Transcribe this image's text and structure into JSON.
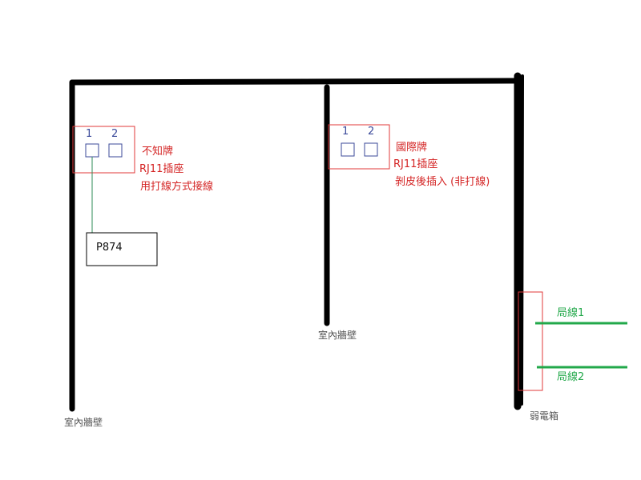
{
  "labels": {
    "wall_left": "室內牆壁",
    "wall_middle": "室內牆壁",
    "weak_box": "弱電箱"
  },
  "socket_left": {
    "port1": "1",
    "port2": "2",
    "brand": "不知牌",
    "type": "RJ11插座",
    "method": "用打線方式接線"
  },
  "socket_middle": {
    "port1": "1",
    "port2": "2",
    "brand": "國際牌",
    "type": "RJ11插座",
    "method": "剝皮後插入 (非打線)"
  },
  "device": {
    "label": "P874"
  },
  "lines": {
    "line1": "局線1",
    "line2": "局線2"
  },
  "colors": {
    "wall": "#000000",
    "socket_outline": "#e0383a",
    "port_outline": "#3b4a9a",
    "phone_line": "#22a84a",
    "wire_to_device": "#2e8b57"
  }
}
